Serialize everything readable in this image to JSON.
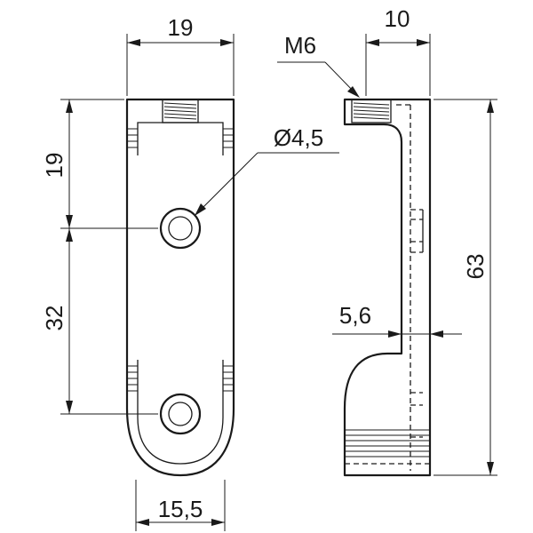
{
  "drawing": {
    "front_view": {
      "width_top_label": "19",
      "width_bottom_label": "15,5",
      "height_upper_label": "19",
      "height_lower_label": "32",
      "hole_label": "Ø4,5"
    },
    "side_view": {
      "width_top_label": "10",
      "thread_label": "M6",
      "thickness_label": "5,6",
      "total_height_label": "63"
    }
  }
}
